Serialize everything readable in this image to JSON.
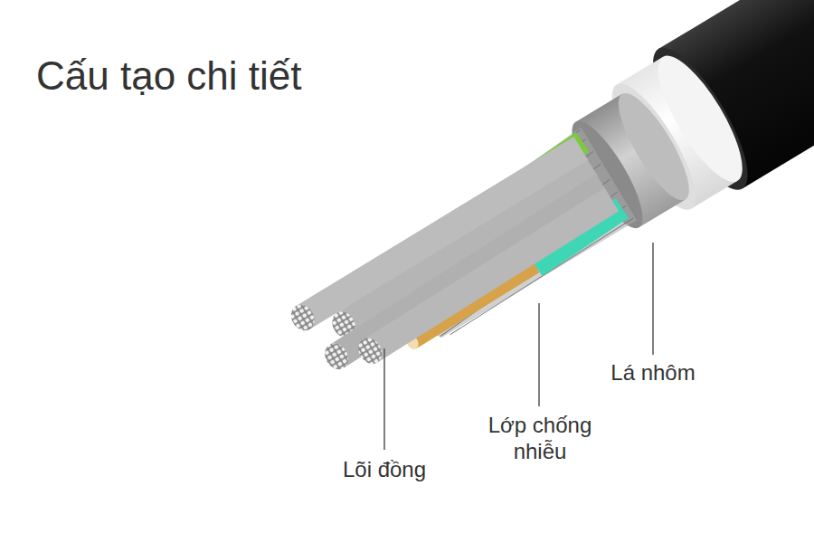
{
  "diagram": {
    "title": "Cấu tạo chi tiết",
    "labels": [
      "Lõi đồng",
      "Lớp chống nhiễu",
      "Lá nhôm"
    ]
  }
}
